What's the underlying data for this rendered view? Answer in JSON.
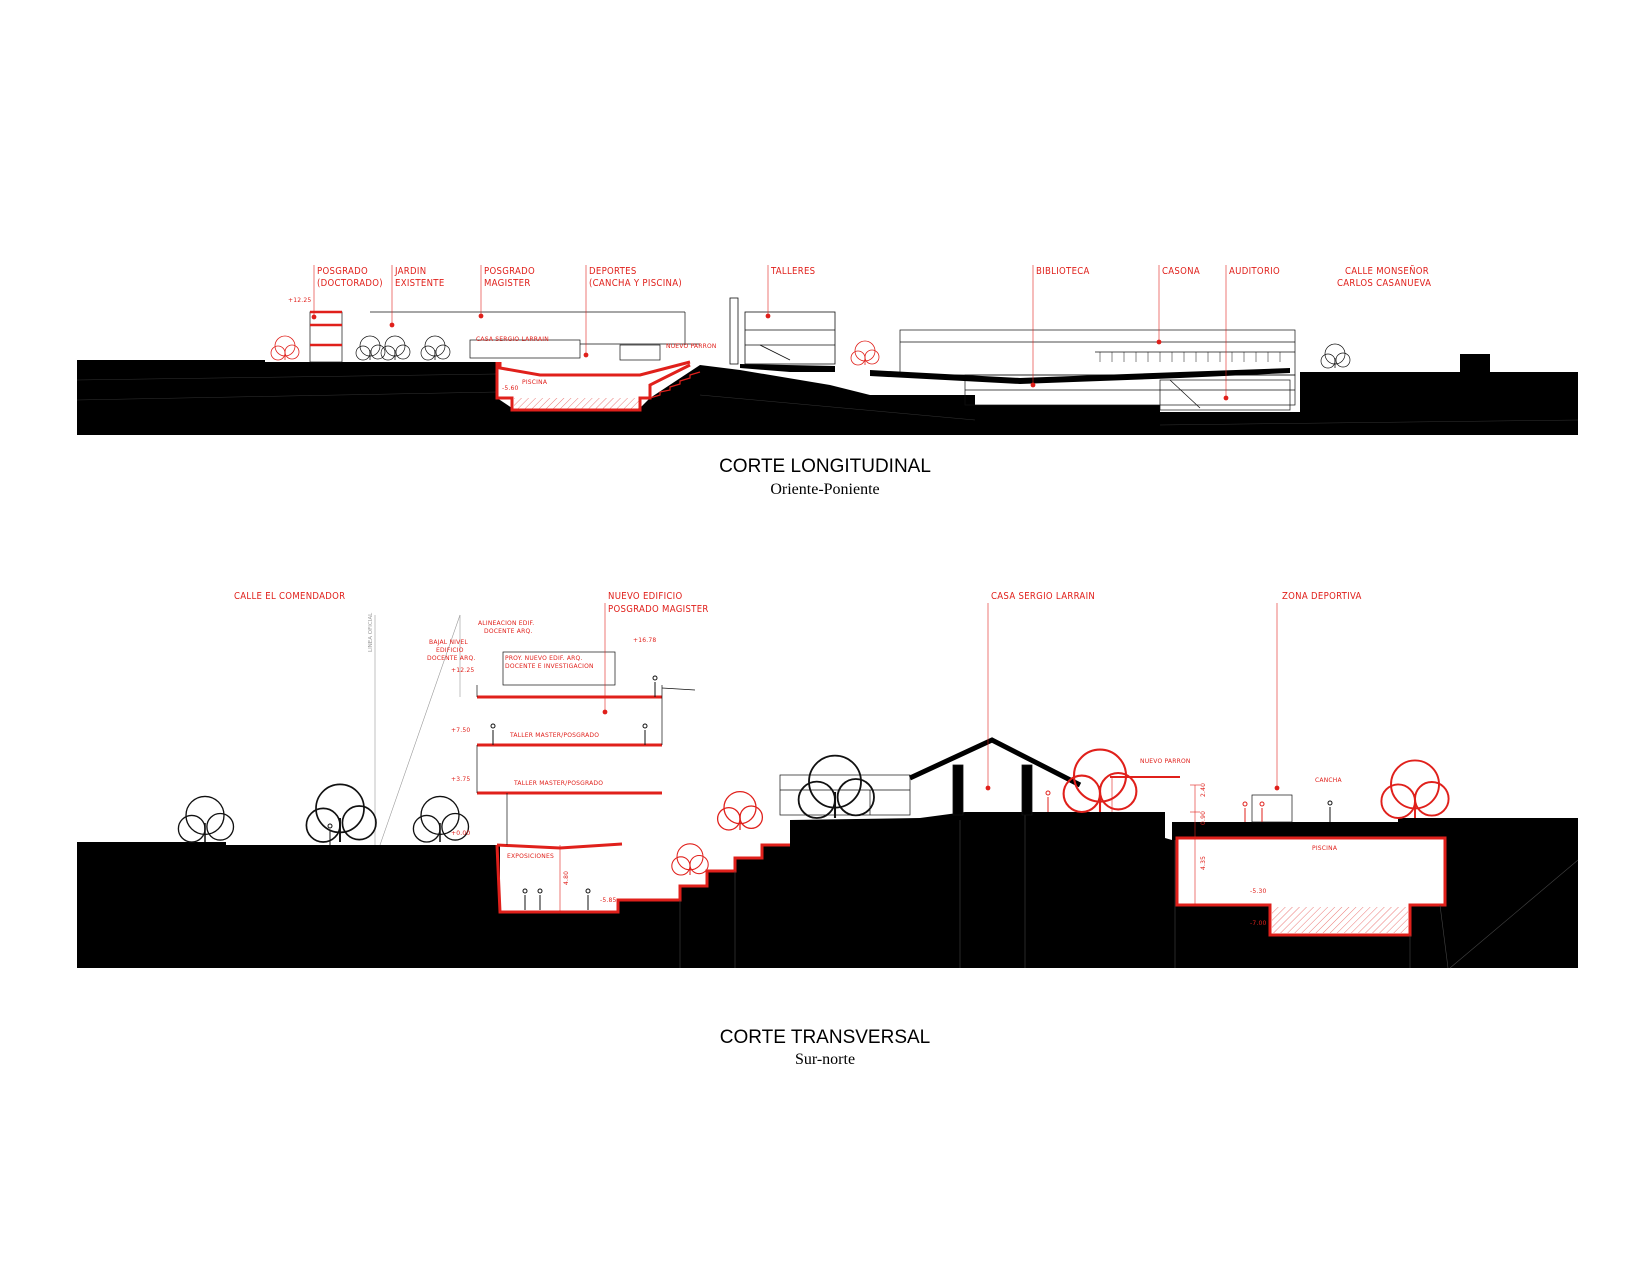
{
  "accent_color": "#e0201b",
  "sections": {
    "longitudinal": {
      "title": "CORTE LONGITUDINAL",
      "subtitle": "Oriente-Poniente",
      "labels": {
        "posgrado_doctorado_1": "POSGRADO",
        "posgrado_doctorado_2": "(DOCTORADO)",
        "jardin_1": "JARDIN",
        "jardin_2": "EXISTENTE",
        "posgrado_magister_1": "POSGRADO",
        "posgrado_magister_2": "MAGISTER",
        "deportes_1": "DEPORTES",
        "deportes_2": "(CANCHA Y PISCINA)",
        "talleres": "TALLERES",
        "biblioteca": "BIBLIOTECA",
        "casona": "CASONA",
        "auditorio": "AUDITORIO",
        "calle_1": "CALLE MONSEÑOR",
        "calle_2": "CARLOS CASANUEVA",
        "casa_sergio": "CASA SERGIO LARRAIN",
        "nuevo_parron": "NUEVO PARRON",
        "piscina": "PISCINA",
        "level_top": "+12.25",
        "level_pool": "-5.60"
      }
    },
    "transversal": {
      "title": "CORTE TRANSVERSAL",
      "subtitle": "Sur-norte",
      "labels": {
        "calle_comendador": "CALLE EL COMENDADOR",
        "nuevo_edificio_1": "NUEVO EDIFICIO",
        "nuevo_edificio_2": "POSGRADO MAGISTER",
        "casa_sergio": "CASA SERGIO LARRAIN",
        "zona_deportiva": "ZONA DEPORTIVA",
        "alineacion_1": "ALINEACION EDIF.",
        "alineacion_2": "DOCENTE ARQ.",
        "bajal_1": "BAJAL NIVEL",
        "bajal_2": "EDIFICIO",
        "bajal_3": "DOCENTE ARQ.",
        "proy_1": "PROY. NUEVO EDIF. ARQ.",
        "proy_2": "DOCENTE E INVESTIGACION",
        "taller_1": "TALLER MASTER/POSGRADO",
        "taller_2": "TALLER MASTER/POSGRADO",
        "exposiciones": "EXPOSICIONES",
        "linea_oficial": "LINEA OFICIAL",
        "nuevo_parron": "NUEVO PARRON",
        "cancha": "CANCHA",
        "piscina": "PISCINA",
        "level_1678": "+16.78",
        "level_1225": "+12.25",
        "level_750": "+7.50",
        "level_375": "+3.75",
        "level_000": "+0.00",
        "level_585": "-5.85",
        "level_530": "-5.30",
        "level_700": "-7.00",
        "dim_240": "2.40",
        "dim_090": "0.90",
        "dim_435": "4.35",
        "dim_480": "4.80"
      }
    }
  }
}
